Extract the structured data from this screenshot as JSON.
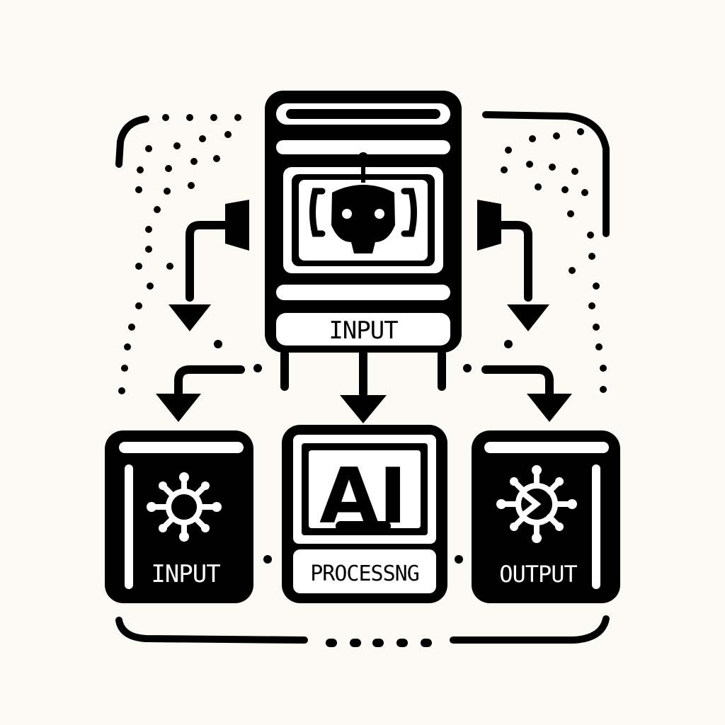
{
  "colors": {
    "background": "#fbfaf4",
    "ink": "#000000",
    "paper": "#ffffff"
  },
  "top_panel": {
    "label": "INPUT",
    "icon": "robot-head-icon"
  },
  "boxes": [
    {
      "id": "input",
      "label": "INPUT",
      "icon": "gear-node-icon"
    },
    {
      "id": "processing",
      "title": "AI",
      "label": "PROCESSNG"
    },
    {
      "id": "output",
      "label": "OUTPUT",
      "icon": "gear-node-icon"
    }
  ]
}
